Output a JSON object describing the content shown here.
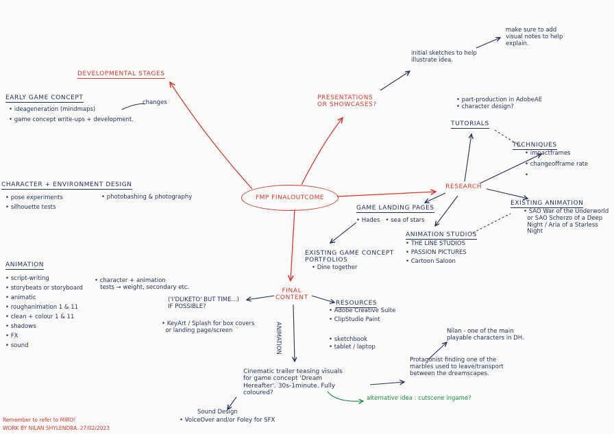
{
  "center": "FMP FINALOUTCOME",
  "developmental": {
    "title": "DEVELOPMENTAL STAGES",
    "early_title": "EARLY GAME CONCEPT",
    "early_items": [
      "• ideageneration (mindmaps)",
      "• game concept write-ups + development."
    ],
    "changes": "changes"
  },
  "character": {
    "title": "CHARACTER + ENVIRONMENT DESIGN",
    "items": [
      "• pose experiments",
      "• silhouette tests"
    ],
    "photobashing": "• photobashing & photography"
  },
  "animation": {
    "title": "ANIMATION",
    "items": [
      "• script-writing",
      "• storybeats or storyboard",
      "• animatic",
      "• roughanimation 1 & 11",
      "• clean + colour 1 & 11",
      "• shadows",
      "• FX",
      "• sound"
    ],
    "tests": "• character + animation\n   tests → weight, secondary etc."
  },
  "presentations": {
    "title": "PRESENTATIONS\nOR SHOWCASES?",
    "sketches": "initial sketches to help\nillustrate idea.",
    "visual_notes": "make sure to add\nvisual notes to help\nexplain."
  },
  "tutorials": {
    "items": "• part-production in AdobeAE\n• character design?",
    "title": "TUTORIALS"
  },
  "techniques": {
    "title": "TECHNIQUES",
    "items": [
      "• impactframes",
      "• changeofframe rate",
      "•"
    ]
  },
  "research": {
    "title": "RESEARCH"
  },
  "existing_animation": {
    "title": "EXISTING ANIMATION",
    "items": "• SAO War of the Underworld\n  or SAO Scherzo of a Deep\n  Night / Aria of a Starless\n  Night"
  },
  "game_landing": {
    "title": "GAME LANDING PAGES",
    "items": "• Hades   • sea of stars"
  },
  "animation_studios": {
    "title": "ANIMATION STUDIOS",
    "items": [
      "• THE LINE STUDIOS",
      "• PASSION PICTURES",
      "• Cartoon Saloon"
    ]
  },
  "existing_game": {
    "title": "EXISTING GAME CONCEPT\nPORTFOLIOS",
    "items": "• Dine together"
  },
  "final_content": {
    "title": "FINAL\nCONTENT",
    "if_time": "('I'DLIKETO' BUT TIME...)\nIF POSSIBLE?",
    "key_art": "• KeyArt / Splash for box covers\n  or landing page/screen",
    "animation_label": "ANIMATION"
  },
  "resources": {
    "title": "RESOURCES",
    "items": [
      "• Adobe Creative Suite",
      "• ClipStudio Paint",
      "",
      "• sketchbook",
      "• tablet / laptop"
    ]
  },
  "trailer": {
    "text": "Cinematic trailer teasing visuals\nfor game concept 'Dream\nHereafter'. 30s-1minute. Fully\ncoloured?",
    "protagonist": "Protagonist finding one of the\nmarbles used to leave/transport\nbetween the dreamscapes.",
    "nilan": "Nilan - one of the main\nplayable characters in DH.",
    "alternative": "alternative idea : cutscene ingame?",
    "sound_design": "Sound Design",
    "voiceover": "• VoiceOver and/or Foley for SFX"
  },
  "footer": {
    "reminder": "Remember to refer to MIRO!",
    "credit": "WORK BY NILAN SHYLENDRA. 27/02/2023"
  },
  "colors": {
    "navy": "#1e2d5c",
    "red": "#d8362f",
    "green": "#1e8c43",
    "paper": "#fbfbf9"
  }
}
